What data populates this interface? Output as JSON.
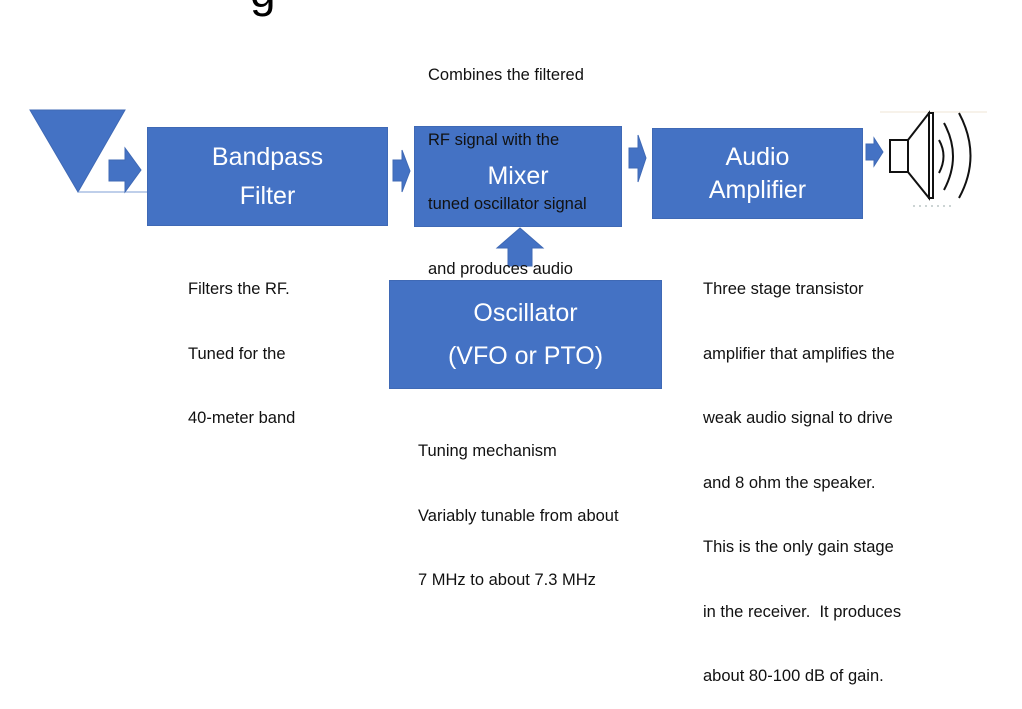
{
  "title_fragment": "g",
  "blocks": {
    "bandpass": {
      "lines": [
        "Bandpass",
        "Filter"
      ]
    },
    "mixer": {
      "lines": [
        "Mixer"
      ]
    },
    "audio_amp": {
      "lines": [
        "Audio",
        "Amplifier"
      ]
    },
    "oscillator": {
      "lines": [
        "Oscillator",
        "(VFO or PTO)"
      ]
    }
  },
  "notes": {
    "mixer": [
      "Combines the filtered",
      "RF signal with the",
      "tuned oscillator signal",
      "and produces audio"
    ],
    "bandpass": [
      "Filters the RF.",
      "Tuned for the",
      "40-meter band"
    ],
    "audio_amp": [
      "Three stage transistor",
      "amplifier that amplifies the",
      "weak audio signal to drive",
      "and 8 ohm the speaker.",
      "This is the only gain stage",
      "in the receiver.  It produces",
      "about 80-100 dB of gain."
    ],
    "oscillator": [
      "Tuning mechanism",
      "Variably tunable from about",
      "7 MHz to about 7.3 MHz"
    ]
  },
  "icons": {
    "antenna": "antenna-icon",
    "speaker": "speaker-icon"
  },
  "colors": {
    "block_fill": "#4472C4",
    "text_on_block": "#FFFFFF",
    "note_text": "#111111"
  }
}
